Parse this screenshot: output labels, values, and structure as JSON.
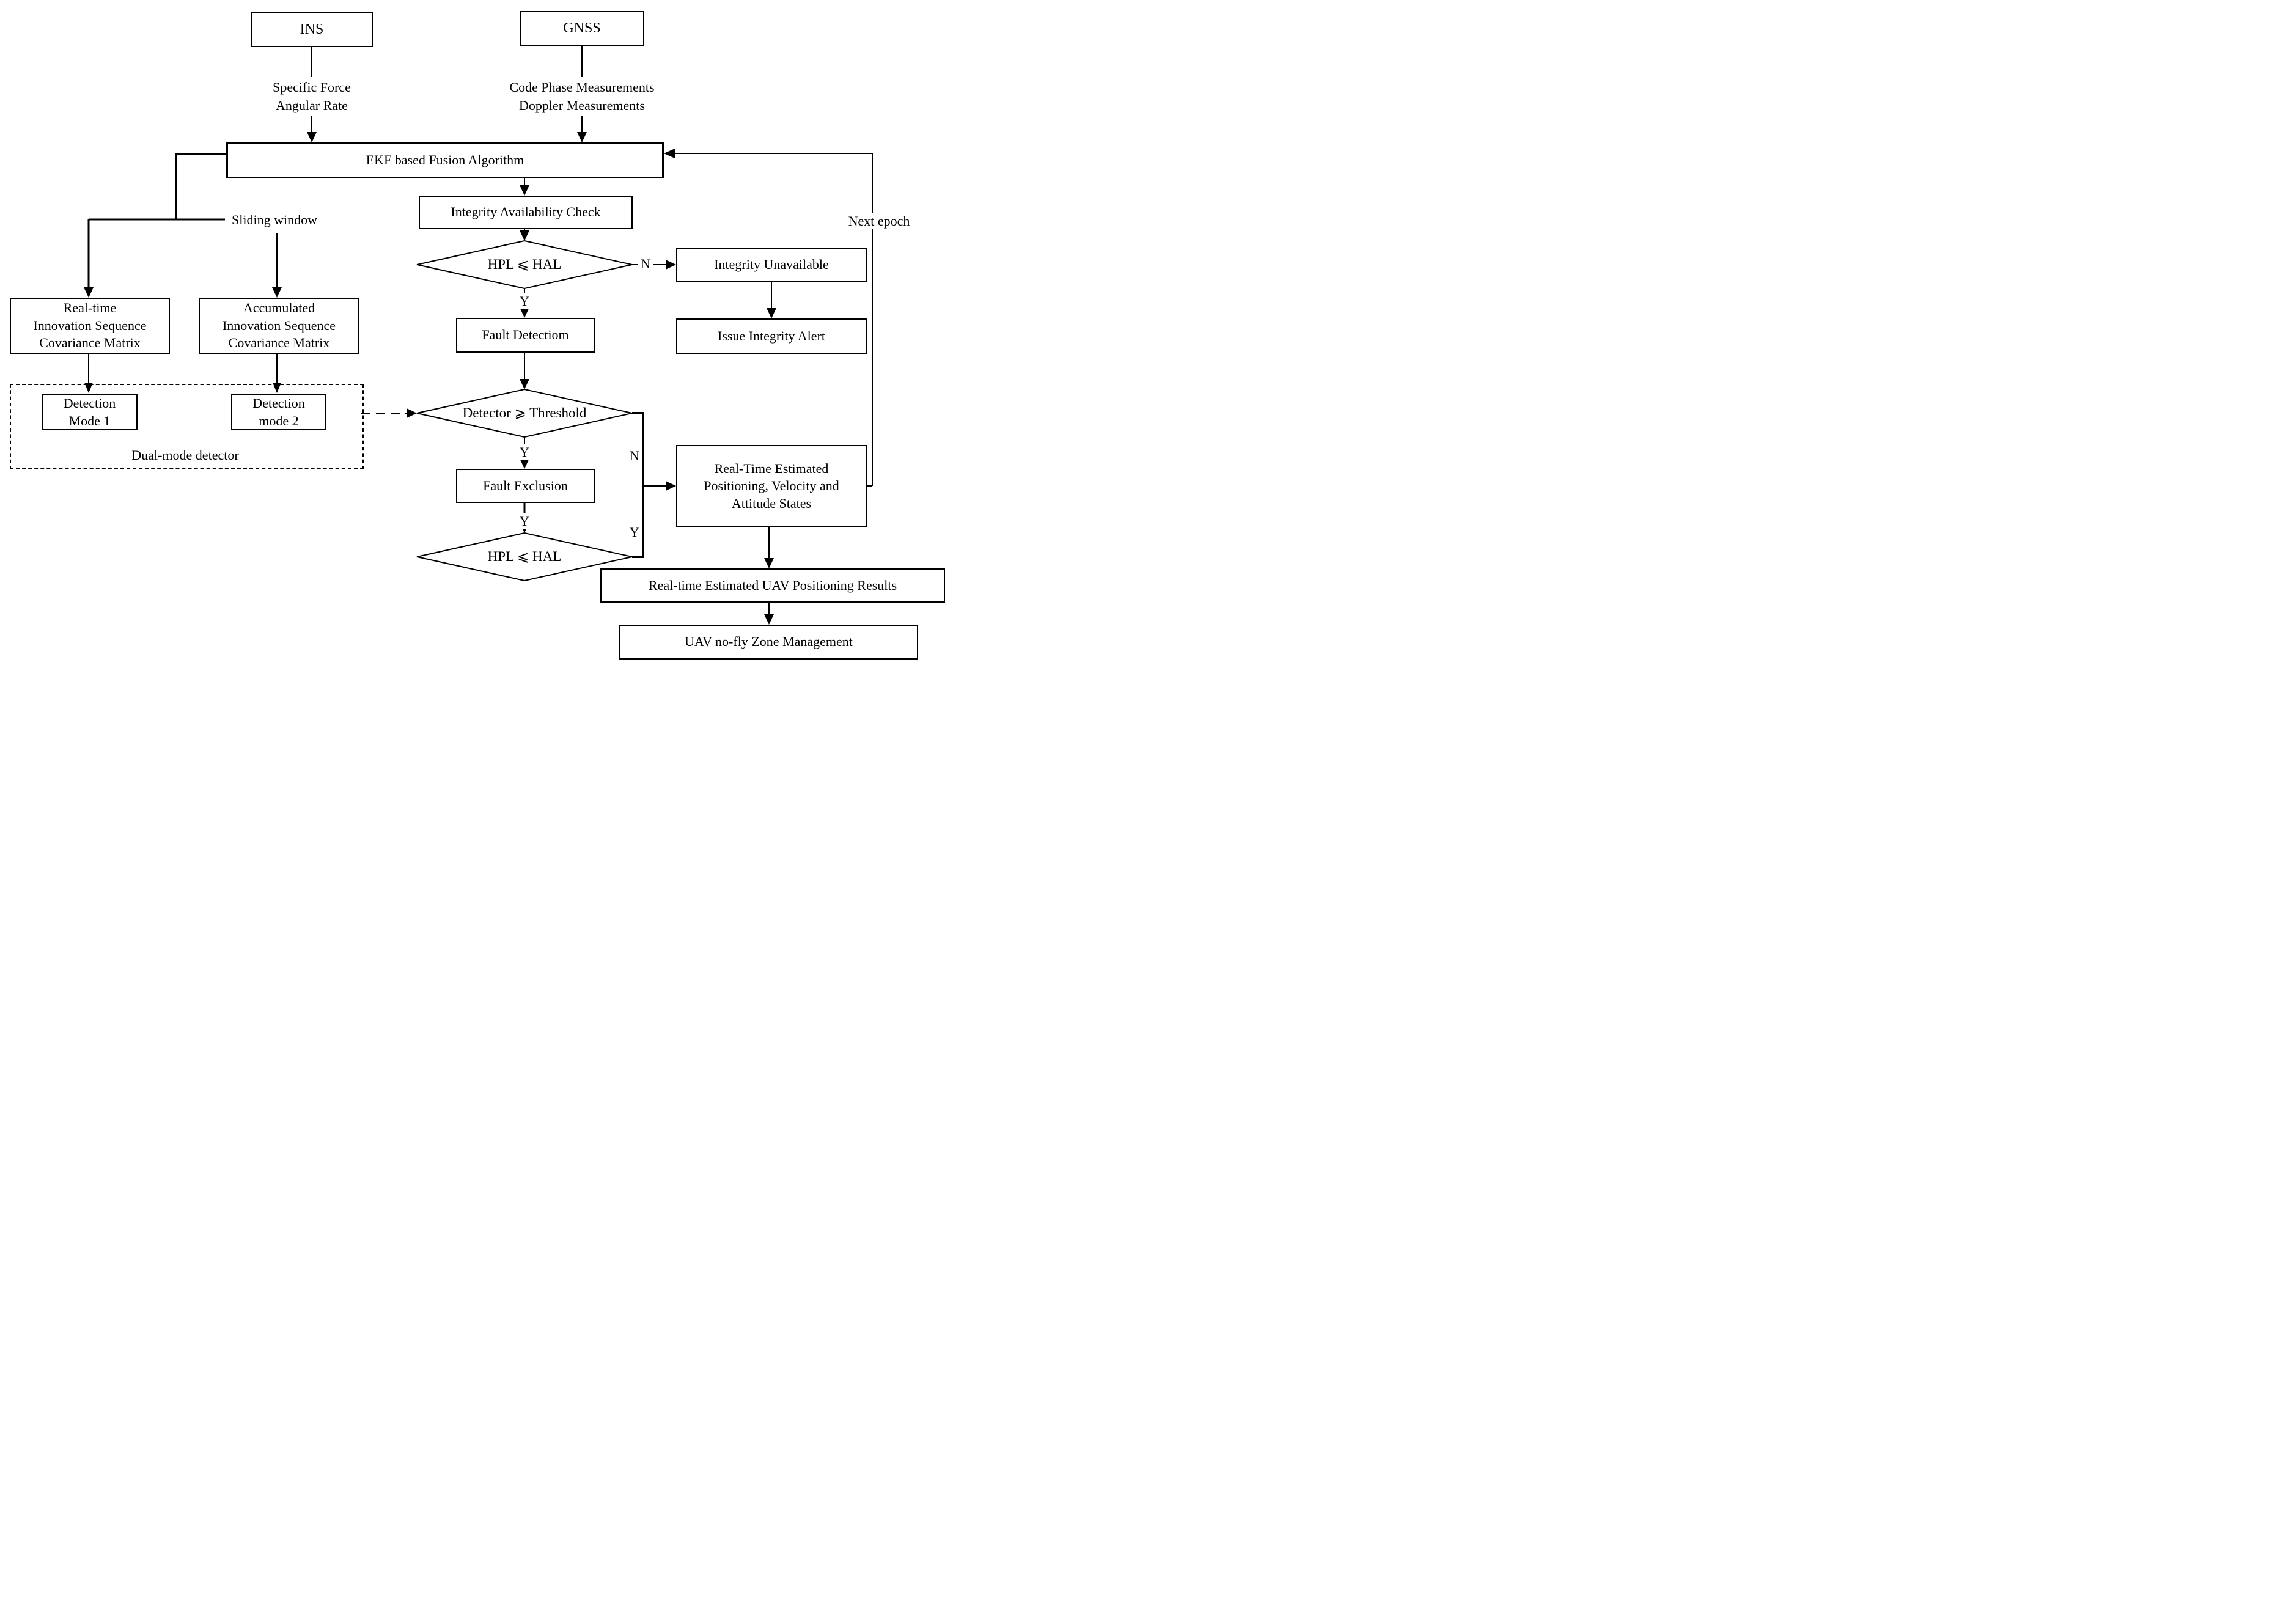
{
  "diagram": {
    "kind": "flowchart",
    "colors": {
      "line": "#000000",
      "background": "#ffffff",
      "text": "#000000"
    },
    "nodes": {
      "ins": {
        "label": "INS"
      },
      "gnss": {
        "label": "GNSS"
      },
      "ins_outputs": {
        "lines": [
          "Specific Force",
          "Angular Rate"
        ]
      },
      "gnss_outputs": {
        "lines": [
          "Code Phase Measurements",
          "Doppler Measurements"
        ]
      },
      "ekf": {
        "label": "EKF based Fusion Algorithm"
      },
      "integrity_availability_check": {
        "label": "Integrity Availability Check"
      },
      "hpl_hal_check_1": {
        "label": "HPL ⩽ HAL"
      },
      "integrity_unavailable": {
        "label": "Integrity Unavailable"
      },
      "issue_integrity_alert": {
        "label": "Issue Integrity Alert"
      },
      "fault_detection": {
        "label": "Fault Detectiom"
      },
      "sliding_window": {
        "label": "Sliding window"
      },
      "realtime_covariance": {
        "lines": [
          "Real-time",
          "Innovation Sequence",
          "Covariance Matrix"
        ]
      },
      "accumulated_covariance": {
        "lines": [
          "Accumulated",
          "Innovation Sequence",
          "Covariance Matrix"
        ]
      },
      "detection_mode_1": {
        "lines": [
          "Detection",
          "Mode 1"
        ]
      },
      "detection_mode_2": {
        "lines": [
          "Detection",
          "mode 2"
        ]
      },
      "dual_mode_detector": {
        "label": "Dual-mode detector"
      },
      "detector_threshold": {
        "label": "Detector ⩾ Threshold"
      },
      "fault_exclusion": {
        "label": "Fault Exclusion"
      },
      "hpl_hal_check_2": {
        "label": "HPL ⩽ HAL"
      },
      "rt_states": {
        "lines": [
          "Real-Time Estimated",
          "Positioning, Velocity and",
          "Attitude States"
        ]
      },
      "rt_results": {
        "label": "Real-time Estimated UAV Positioning Results"
      },
      "uav_mgmt": {
        "label": "UAV no-fly Zone Management"
      },
      "next_epoch": {
        "label": "Next epoch"
      }
    },
    "edge_labels": {
      "d1_no": "N",
      "d1_yes": "Y",
      "d2_yes": "Y",
      "d2_no": "N",
      "fe_yes": "Y",
      "d3_yes": "Y"
    }
  }
}
